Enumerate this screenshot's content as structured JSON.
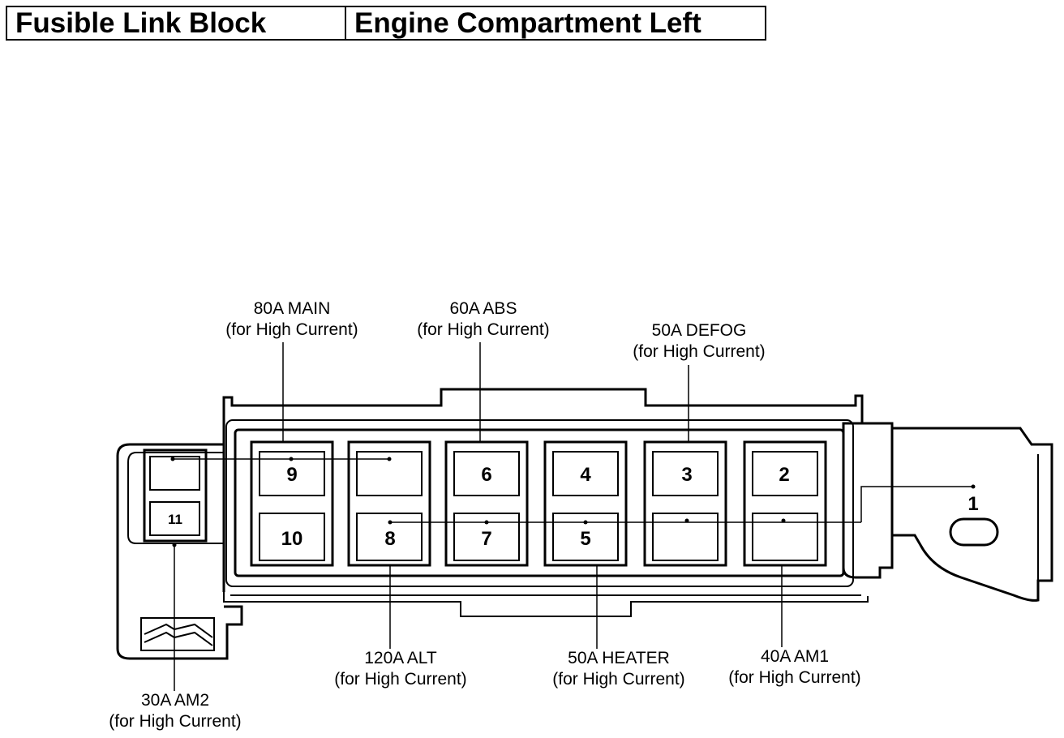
{
  "header": {
    "left": "Fusible Link Block",
    "right": "Engine Compartment Left"
  },
  "slots": {
    "s1": "1",
    "s2": "2",
    "s3": "3",
    "s4": "4",
    "s5": "5",
    "s6": "6",
    "s7": "7",
    "s8": "8",
    "s9": "9",
    "s10": "10",
    "s11": "11"
  },
  "labels": {
    "main": {
      "name": "80A MAIN",
      "note": "(for High Current)"
    },
    "abs": {
      "name": "60A ABS",
      "note": "(for High Current)"
    },
    "defog": {
      "name": "50A DEFOG",
      "note": "(for High Current)"
    },
    "alt": {
      "name": "120A ALT",
      "note": "(for High Current)"
    },
    "heater": {
      "name": "50A HEATER",
      "note": "(for High Current)"
    },
    "am1": {
      "name": "40A AM1",
      "note": "(for High Current)"
    },
    "am2": {
      "name": "30A AM2",
      "note": "(for High Current)"
    }
  }
}
